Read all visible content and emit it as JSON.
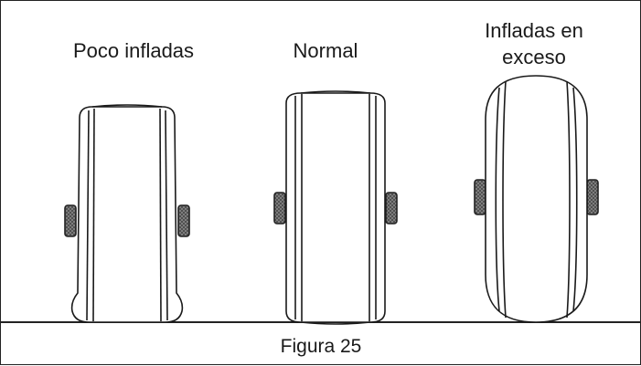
{
  "labels": {
    "under": "Poco infladas",
    "normal": "Normal",
    "over_line1": "Infladas en",
    "over_line2": "exceso"
  },
  "caption": "Figura 25",
  "colors": {
    "ink": "#1a1a1a",
    "hub": "#6b6b6b",
    "ground": "#222222"
  }
}
